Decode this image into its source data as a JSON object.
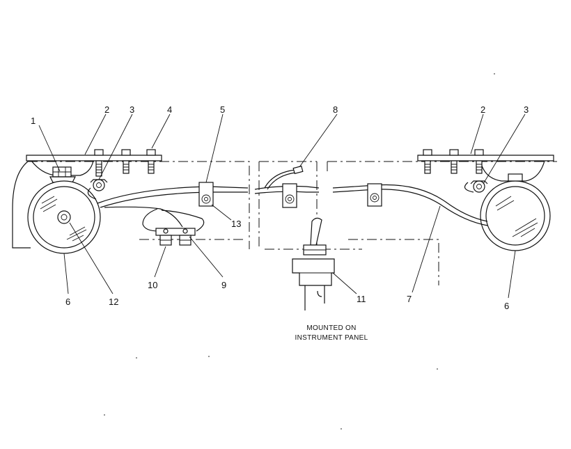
{
  "callouts": {
    "c1": "1",
    "c2_left": "2",
    "c3_left": "3",
    "c4": "4",
    "c5": "5",
    "c8": "8",
    "c2_right": "2",
    "c3_right": "3",
    "c13": "13",
    "c10": "10",
    "c9": "9",
    "c6_left": "6",
    "c12": "12",
    "c11": "11",
    "c7": "7",
    "c6_right": "6"
  },
  "caption": {
    "line1": "MOUNTED ON",
    "line2": "INSTRUMENT PANEL"
  },
  "colors": {
    "line": "#111111",
    "background": "#ffffff"
  }
}
